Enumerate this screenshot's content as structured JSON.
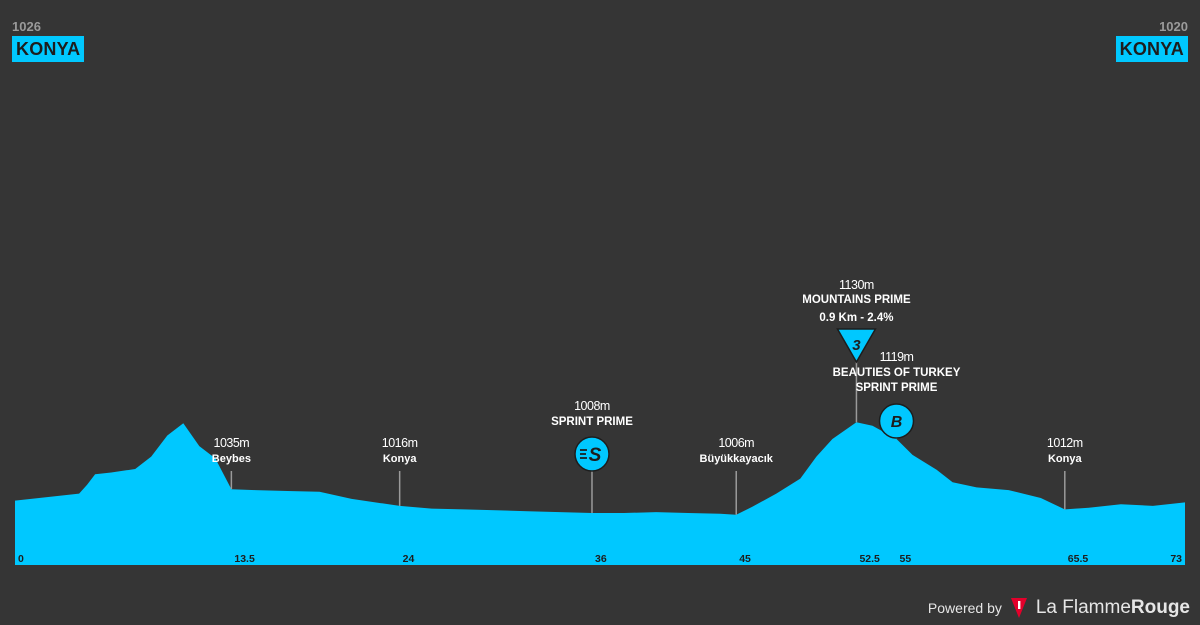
{
  "start": {
    "altitude": "1026",
    "city": "KONYA"
  },
  "finish": {
    "altitude": "1020",
    "city": "KONYA"
  },
  "powered_by": {
    "label": "Powered by",
    "brand_light": "La Flamme",
    "brand_bold": "Rouge"
  },
  "colors": {
    "background": "#353535",
    "profile": "#00c8ff",
    "line": "#9a9a9a",
    "text": "#ffffff",
    "brand_red": "#e3002b"
  },
  "chart_data": {
    "type": "area",
    "title": "",
    "xlabel": "",
    "ylabel": "",
    "xlim": [
      0,
      73
    ],
    "ylim": [
      800,
      1300
    ],
    "x": [
      0,
      2,
      4,
      4.5,
      5,
      6,
      7.5,
      8.5,
      9.5,
      10.5,
      11.5,
      12.5,
      13.5,
      15,
      17,
      19,
      21,
      24,
      26,
      28,
      30,
      32,
      34,
      36,
      38,
      40,
      42,
      44,
      45,
      46,
      47.5,
      49,
      50,
      51,
      52.5,
      53.5,
      55,
      56,
      57.5,
      58.5,
      60,
      62,
      64,
      65.5,
      67,
      69,
      71,
      73
    ],
    "y": [
      1022,
      1026,
      1030,
      1040,
      1052,
      1054,
      1058,
      1072,
      1096,
      1110,
      1084,
      1070,
      1035,
      1034,
      1033,
      1032,
      1024,
      1016,
      1013,
      1012,
      1011,
      1010,
      1009,
      1008,
      1008,
      1009,
      1008,
      1007,
      1006,
      1015,
      1030,
      1047,
      1072,
      1092,
      1111,
      1107,
      1092,
      1074,
      1057,
      1043,
      1037,
      1034,
      1025,
      1012,
      1014,
      1018,
      1016,
      1020
    ],
    "x_ticks": [
      "0",
      "13.5",
      "24",
      "36",
      "45",
      "52.5",
      "55",
      "65.5",
      "73"
    ],
    "x_tick_values": [
      0,
      13.5,
      24,
      36,
      45,
      52.5,
      55,
      65.5,
      73
    ],
    "waypoints": [
      {
        "km": 13.5,
        "altitude": "1035m",
        "name": "Beybes",
        "y": 1035
      },
      {
        "km": 24,
        "altitude": "1016m",
        "name": "Konya",
        "y": 1016
      },
      {
        "km": 36,
        "altitude": "1008m",
        "name": "SPRINT PRIME",
        "y": 1008,
        "icon": "sprint-icon"
      },
      {
        "km": 45,
        "altitude": "1006m",
        "name": "Büyükkayacık",
        "y": 1006
      },
      {
        "km": 52.5,
        "altitude": "1130m",
        "name": "MOUNTAINS PRIME",
        "detail": "0.9 Km - 2.4%",
        "y": 1130,
        "icon": "mountain-cat3-icon",
        "icon_text": "3"
      },
      {
        "km": 55,
        "altitude": "1119m",
        "name": "BEAUTIES OF TURKEY",
        "name2": "SPRINT PRIME",
        "y": 1119,
        "icon": "bonus-b-icon",
        "icon_text": "B"
      },
      {
        "km": 65.5,
        "altitude": "1012m",
        "name": "Konya",
        "y": 1012
      }
    ]
  }
}
